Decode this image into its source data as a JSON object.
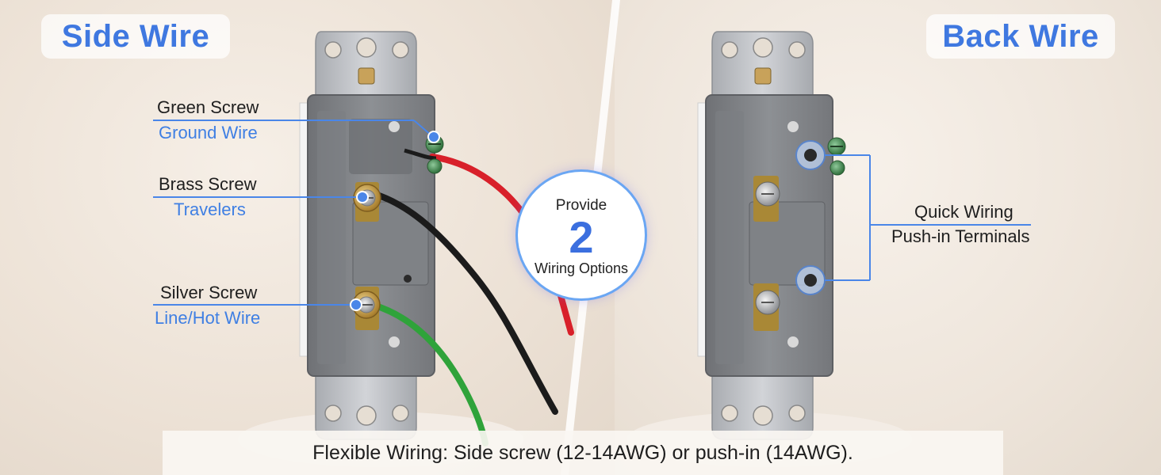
{
  "center": {
    "top": "Provide",
    "number": "2",
    "bottom": "Wiring Options"
  },
  "left": {
    "title": "Side Wire",
    "callouts": [
      {
        "name": "Green Screw",
        "desc": "Ground Wire"
      },
      {
        "name": "Brass Screw",
        "desc": "Travelers"
      },
      {
        "name": "Silver Screw",
        "desc": "Line/Hot Wire"
      }
    ]
  },
  "right": {
    "title": "Back Wire",
    "callout": {
      "line1": "Quick Wiring",
      "line2": "Push-in Terminals"
    }
  },
  "footer": {
    "text": "Flexible Wiring: Side screw (12-14AWG) or push-in (14AWG)."
  },
  "colors": {
    "accent_blue": "#3f7fe3",
    "title_blue": "#3f78e0",
    "wire_red": "#d8202a",
    "wire_black": "#1b1b1b",
    "wire_green": "#2fa33a",
    "switch_gray": "#8a8c90",
    "strap_silver": "#b9bcc1",
    "brass": "#c9a14a"
  },
  "icons": [
    "green-screw-icon",
    "brass-screw-icon",
    "silver-screw-icon",
    "push-in-hole-icon"
  ]
}
